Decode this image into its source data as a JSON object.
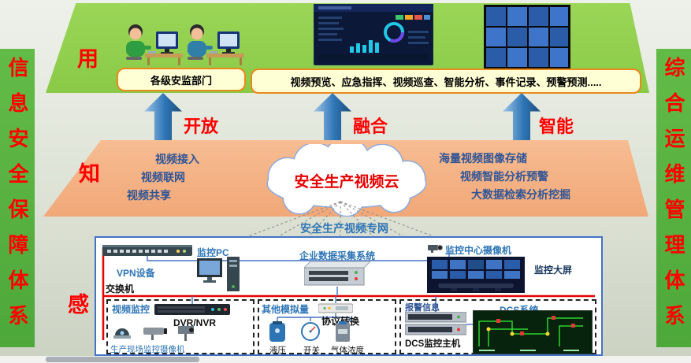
{
  "colors": {
    "banner_green": "#56b33e",
    "layer_green": "#92d050",
    "layer_orange": "#f4b183",
    "accent_red": "#ff0000",
    "accent_blue": "#2e75b6",
    "pill_fill": "#ffffd6",
    "pill_border": "#e8891c",
    "arrow_blue": "#2e75b6",
    "line_red": "#e60000",
    "line_blue": "#4472c4"
  },
  "banners": {
    "left": "信息安全保障体系",
    "right": "综合运维管理体系"
  },
  "use_layer": {
    "label": "用",
    "dept_box": "各级安监部门",
    "functions_box": "视频预览、应急指挥、视频巡查、智能分析、事件记录、预警预测....."
  },
  "arrows": [
    {
      "label": "开放"
    },
    {
      "label": "融合"
    },
    {
      "label": "智能"
    }
  ],
  "know_layer": {
    "label": "知",
    "cloud": "安全生产视频云",
    "left_items": [
      "视频接入",
      "视频联网",
      "视频共享"
    ],
    "right_items": [
      "海量视频图像存储",
      "视频智能分析预警",
      "大数据检索分析挖掘"
    ]
  },
  "network_label": "安全生产视频专网",
  "sense_layer": {
    "label": "感",
    "vpn": "VPN设备",
    "switch": "交换机",
    "pc": "监控PC",
    "collector": "企业数据采集系统",
    "center_camera": "监控中心摄像机",
    "big_screen": "监控大屏",
    "video_box": {
      "title": "视频监控",
      "dvr": "DVR/NVR",
      "cameras": "生产现场监控摄像机"
    },
    "analog_box": {
      "title": "其他模拟量",
      "converter": "协议转换",
      "sensors": [
        "液压",
        "开关",
        "气体浓度"
      ]
    },
    "dcs_box": {
      "alarm": "报警信息",
      "title": "DCS系统",
      "host": "DCS监控主机"
    }
  }
}
